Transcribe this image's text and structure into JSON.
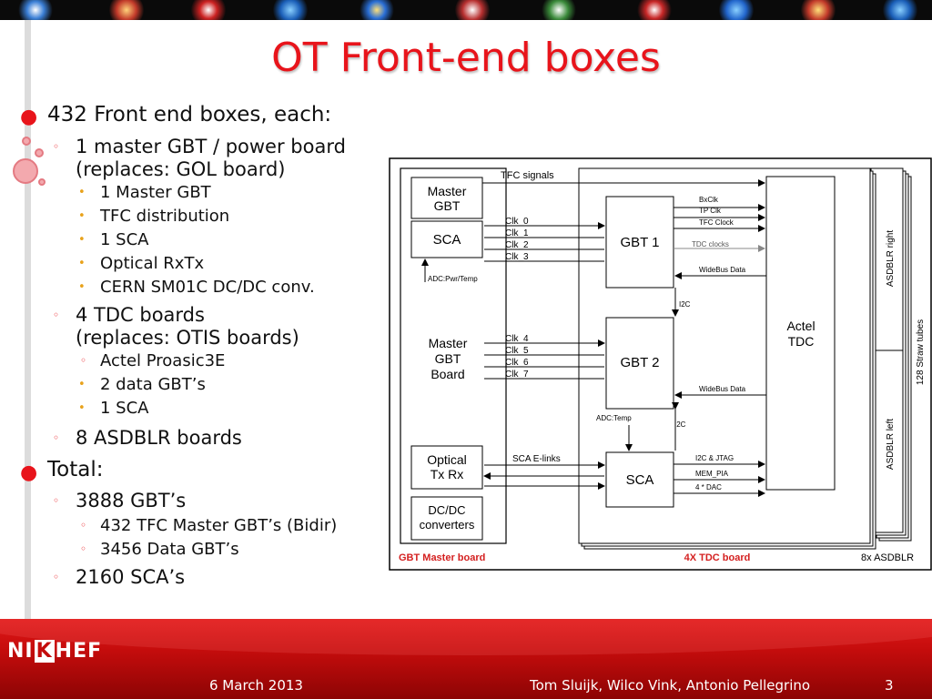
{
  "title": "OT Front-end boxes",
  "bullets": [
    {
      "level": 1,
      "text": "432 Front end boxes, each:"
    },
    {
      "level": 2,
      "text": "1 master GBT / power board"
    },
    {
      "level": 2,
      "cont": true,
      "text": "(replaces: GOL board)"
    },
    {
      "level": 3,
      "text": "1 Master GBT"
    },
    {
      "level": 3,
      "text": "TFC distribution"
    },
    {
      "level": 3,
      "text": "1 SCA"
    },
    {
      "level": 3,
      "text": "Optical RxTx"
    },
    {
      "level": 3,
      "text": "CERN SM01C DC/DC conv."
    },
    {
      "level": 2,
      "text": "4 TDC boards"
    },
    {
      "level": 2,
      "cont": true,
      "text": "(replaces: OTIS boards)"
    },
    {
      "level": 3,
      "text": "Actel Proasic3E"
    },
    {
      "level": 3,
      "text": "2 data GBT’s"
    },
    {
      "level": 3,
      "text": "1 SCA"
    },
    {
      "level": 2,
      "text": "8 ASDBLR boards"
    },
    {
      "level": 1,
      "text": "Total:"
    },
    {
      "level": 2,
      "text": "3888 GBT’s"
    },
    {
      "level": 3,
      "marker": "ring",
      "text": "432 TFC Master GBT’s (Bidir)"
    },
    {
      "level": 3,
      "marker": "ring",
      "text": "3456 Data GBT’s"
    },
    {
      "level": 2,
      "text": "2160 SCA’s"
    }
  ],
  "diagram": {
    "master_gbt": "Master\nGBT",
    "sca_top": "SCA",
    "adc_pwr": "ADC:Pwr/Temp",
    "master_board": "Master\nGBT\nBoard",
    "optical": "Optical\nTx Rx",
    "dcdc": "DC/DC\nconverters",
    "tfc_signals": "TFC signals",
    "clk_group1": [
      "Clk_0",
      "Clk_1",
      "Clk_2",
      "Clk_3"
    ],
    "clk_group2": [
      "Clk_4",
      "Clk_5",
      "Clk_6",
      "Clk_7"
    ],
    "gbt1": "GBT 1",
    "gbt2": "GBT 2",
    "sca_mid": "SCA",
    "gbt1_outputs": [
      "BxClk",
      "TP Clk",
      "TFC Clock",
      "TDC clocks",
      "WideBus Data"
    ],
    "gbt2_outputs": [
      "WideBus Data"
    ],
    "i2c_1": "I2C",
    "i2c_2": "I2C",
    "adc_temp": "ADC:Temp",
    "sca_elinks": "SCA E-links",
    "sca_outputs": [
      "I2C & JTAG",
      "MEM_PIA",
      "4 * DAC"
    ],
    "actel": "Actel\nTDC",
    "asdblr_right": "ASDBLR right",
    "asdblr_left": "ASDBLR left",
    "straw": "128 Straw tubes",
    "label_master_board": "GBT Master board",
    "label_tdc_board": "4X TDC board",
    "label_asdblr": "8x ASDBLR"
  },
  "footer": {
    "date": "6 March 2013",
    "authors": "Tom Sluijk,  Wilco Vink, Antonio Pellegrino",
    "page": "3",
    "logo": [
      "NI",
      "K",
      "HEF"
    ]
  },
  "colors": {
    "title": "#e8141b",
    "footer": "#c40c0c",
    "bullet1": "#e8141b",
    "bullet3": "#e8a21b",
    "diagram_red": "#d42020"
  }
}
